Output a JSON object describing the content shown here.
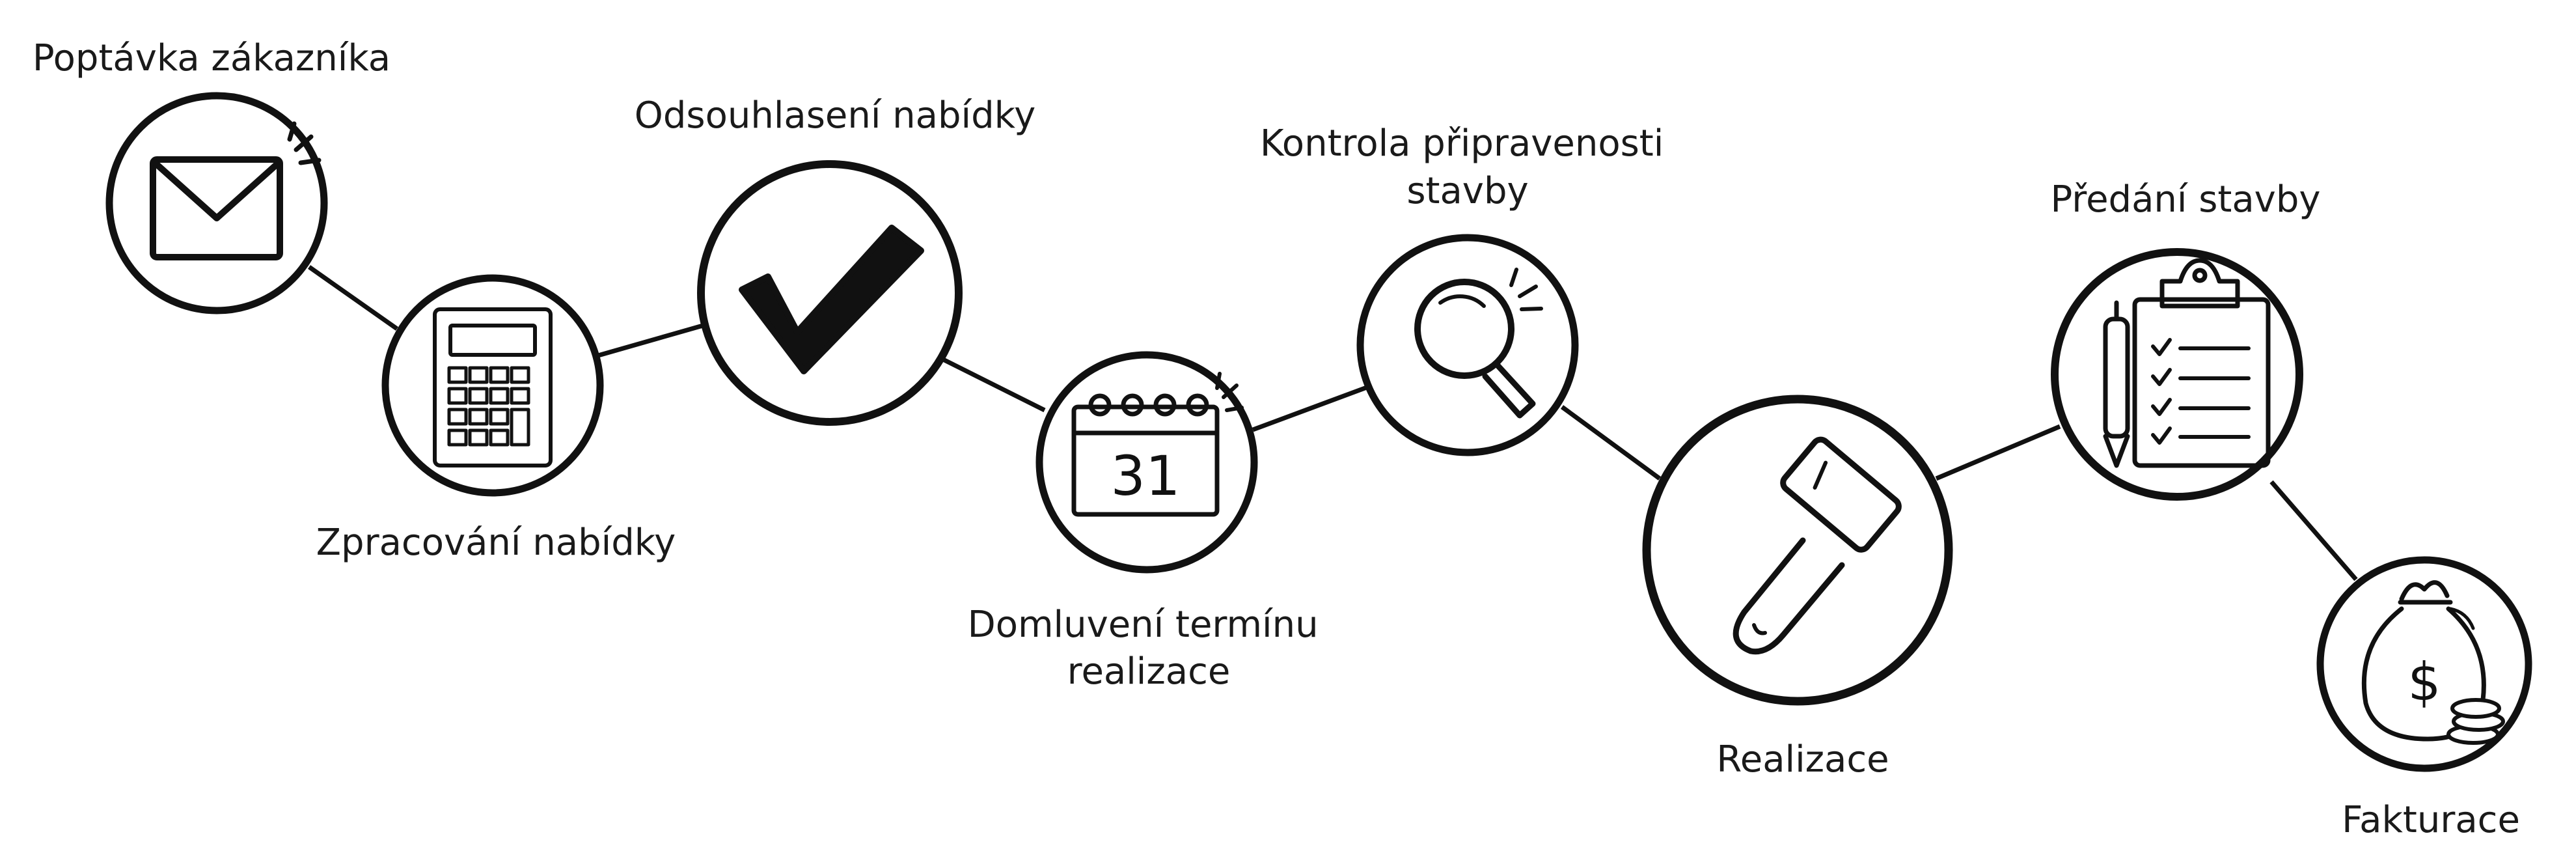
{
  "steps": [
    {
      "label_lines": [
        "Poptávka zákazníka"
      ],
      "icon": "envelope-icon"
    },
    {
      "label_lines": [
        "Zpracování nabídky"
      ],
      "icon": "calculator-icon"
    },
    {
      "label_lines": [
        "Odsouhlasení nabídky"
      ],
      "icon": "checkmark-icon"
    },
    {
      "label_lines": [
        "Domluvení termínu",
        "realizace"
      ],
      "icon": "calendar-icon",
      "calendar_day": "31"
    },
    {
      "label_lines": [
        "Kontrola připravenosti",
        "stavby"
      ],
      "icon": "magnifier-icon"
    },
    {
      "label_lines": [
        "Realizace"
      ],
      "icon": "hammer-icon"
    },
    {
      "label_lines": [
        "Předání stavby"
      ],
      "icon": "clipboard-icon"
    },
    {
      "label_lines": [
        "Fakturace"
      ],
      "icon": "money-bag-icon",
      "currency_symbol": "$"
    }
  ],
  "colors": {
    "ink": "#111111",
    "background": "#ffffff"
  }
}
